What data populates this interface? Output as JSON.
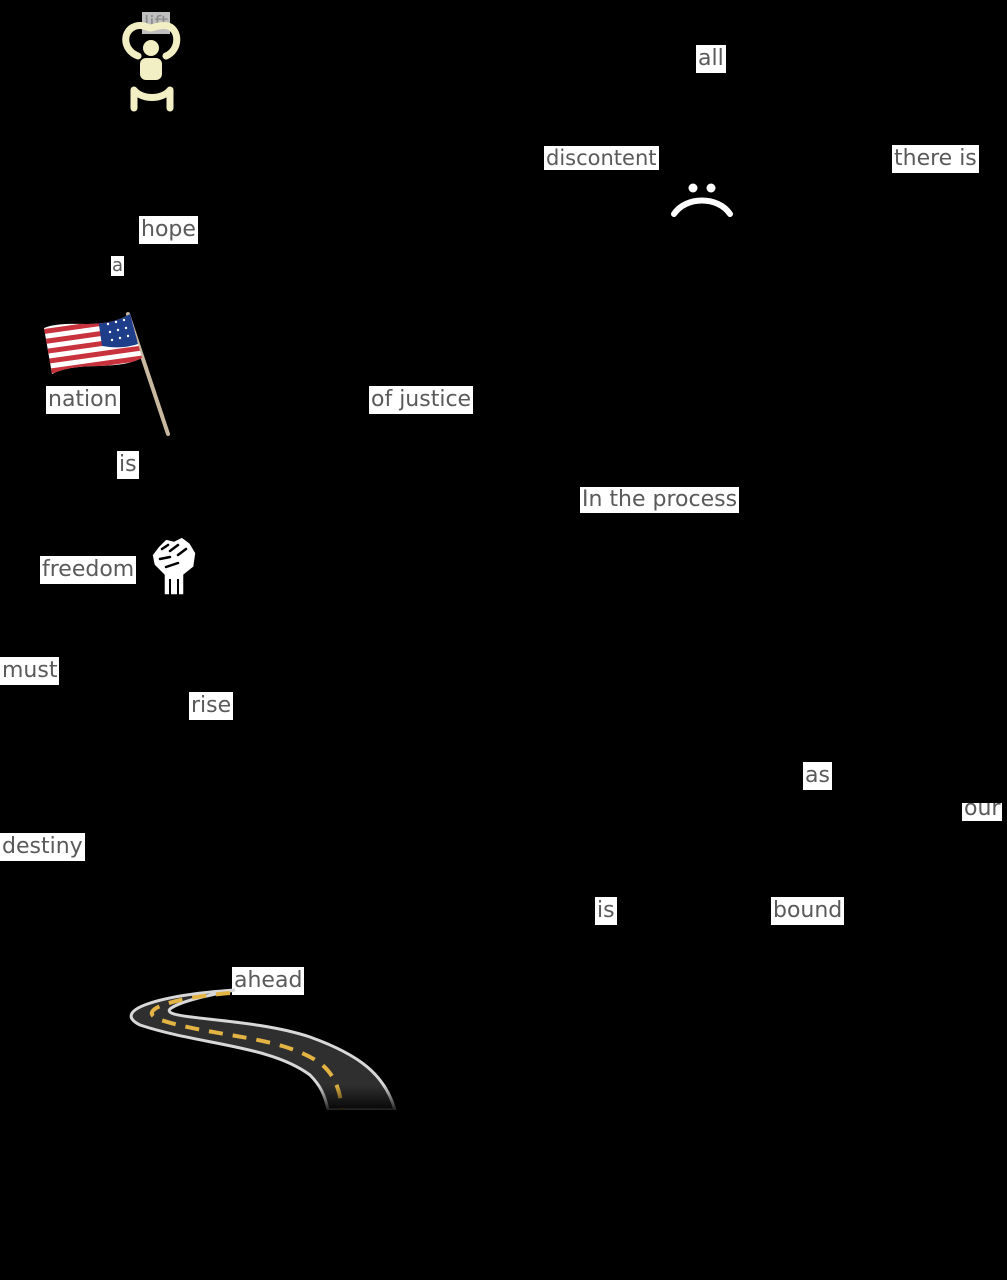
{
  "words": [
    {
      "id": "lift",
      "text": "lift"
    },
    {
      "id": "all",
      "text": "all"
    },
    {
      "id": "discontent",
      "text": "discontent"
    },
    {
      "id": "there-is",
      "text": "there is"
    },
    {
      "id": "hope",
      "text": "hope"
    },
    {
      "id": "a",
      "text": "a"
    },
    {
      "id": "nation",
      "text": "nation"
    },
    {
      "id": "of-justice",
      "text": "of justice"
    },
    {
      "id": "is-1",
      "text": "is"
    },
    {
      "id": "in-the-process",
      "text": "In the process"
    },
    {
      "id": "freedom",
      "text": "freedom"
    },
    {
      "id": "must",
      "text": "must"
    },
    {
      "id": "rise",
      "text": "rise"
    },
    {
      "id": "as",
      "text": "as"
    },
    {
      "id": "our",
      "text": "our"
    },
    {
      "id": "destiny",
      "text": "destiny"
    },
    {
      "id": "is-2",
      "text": "is"
    },
    {
      "id": "bound",
      "text": "bound"
    },
    {
      "id": "ahead",
      "text": "ahead"
    }
  ],
  "icons": [
    "person-lifting-icon",
    "sad-face-icon",
    "american-flag-icon",
    "raised-fist-icon",
    "winding-road-icon"
  ],
  "colors": {
    "background": "#000000",
    "word_bg": "#ffffff",
    "word_text": "#5a5a5a",
    "person_icon": "#f3efc4"
  }
}
